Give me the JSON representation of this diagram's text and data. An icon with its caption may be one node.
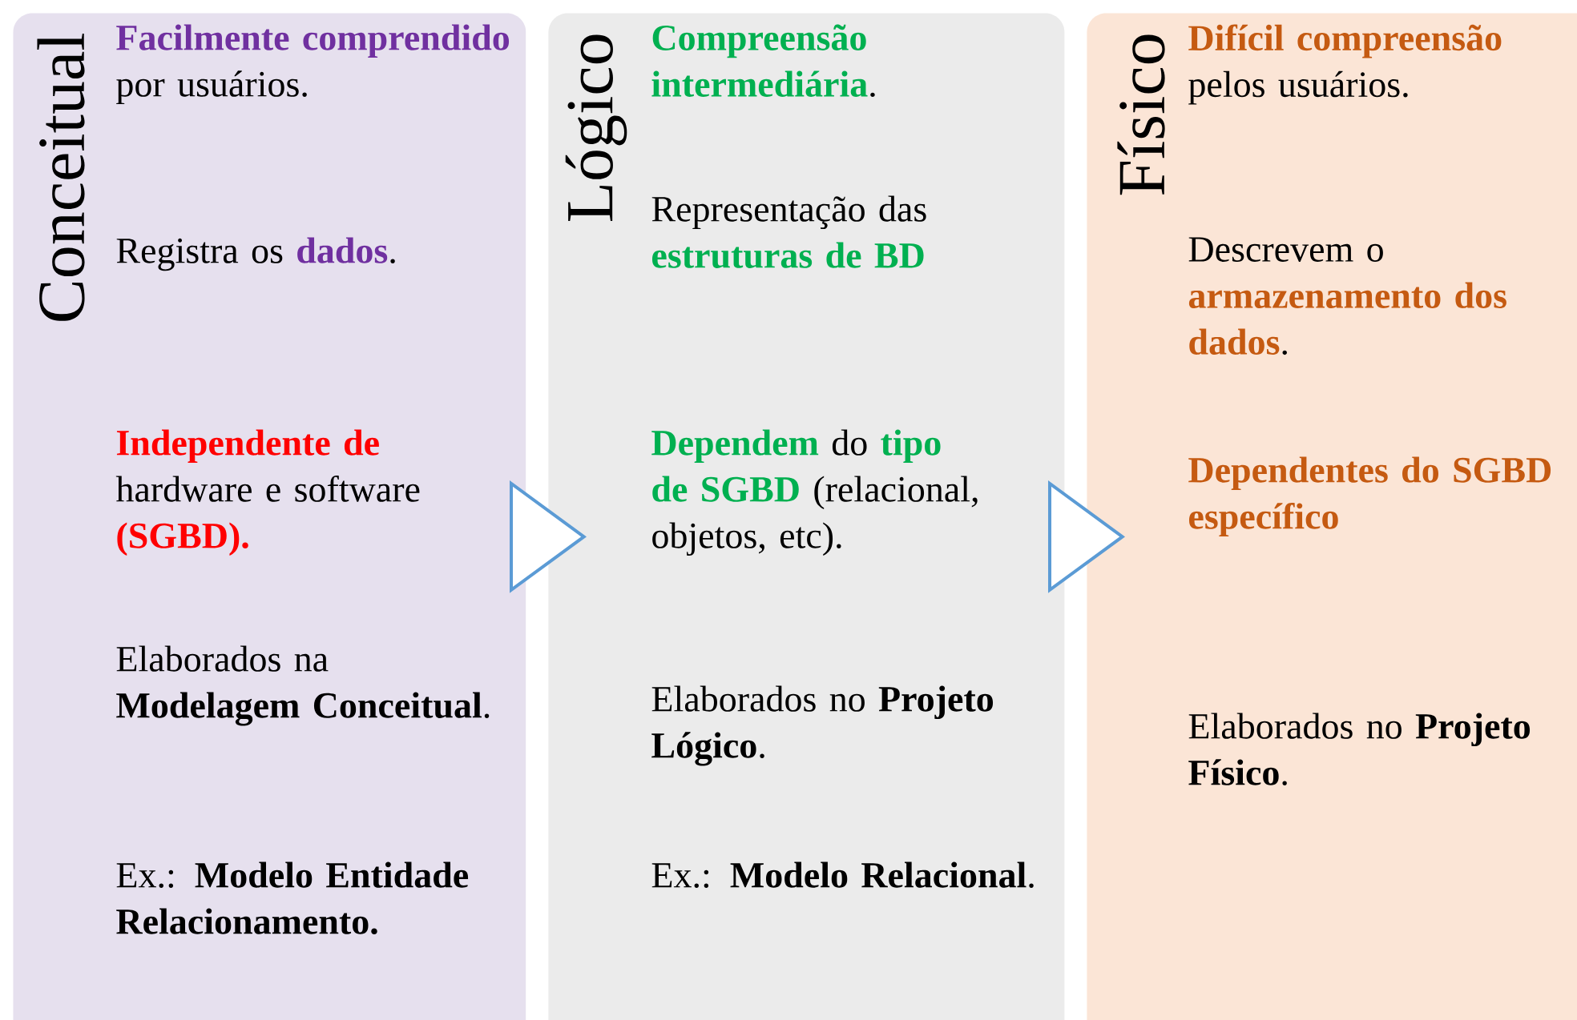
{
  "diagram": {
    "nodes": [
      {
        "text": [
          "Conceitual",
          "**Facilmente comprendido** por usuários.",
          "Registra os **dados**.",
          "**Independente de** hardware e software **(SGBD).**",
          "Elaborados na **Modelagem Conceitual**.",
          "Ex.: **Modelo Entidade Relacionamento.**"
        ]
      },
      {
        "text": [
          "Lógico",
          "**Compreensão intermediária**.",
          "Representação das **estruturas de BD**",
          "**Dependem** do **tipo de SGBD** (relacional, objetos, etc).",
          "Elaborados no **Projeto Lógico**.",
          "Ex.: **Modelo Relacional**."
        ]
      },
      {
        "text": [
          "Físico",
          "**Difícil compreensão** pelos usuários.",
          "Descrevem o **armazenamento dos dados**.",
          "**Dependentes do SGBD específico**",
          "Elaborados no **Projeto Físico**."
        ]
      }
    ],
    "edges": [
      {
        "from": 0,
        "to": 1,
        "arrow": "to"
      },
      {
        "from": 1,
        "to": 2,
        "arrow": "to"
      }
    ]
  }
}
